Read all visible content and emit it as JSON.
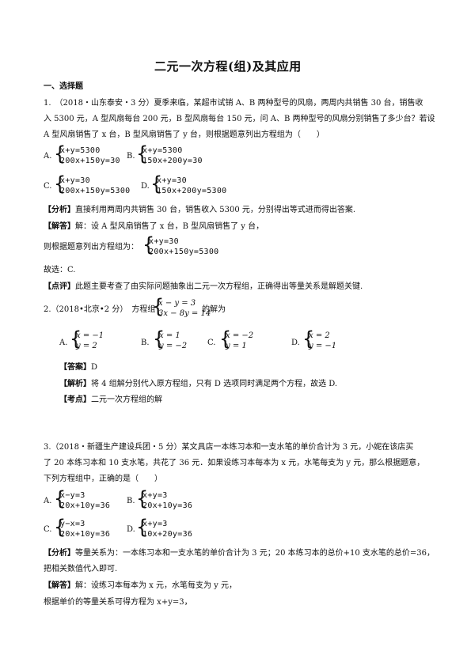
{
  "title": "二元一次方程(组)及其应用",
  "section": "一、选择题",
  "q1": {
    "line1": "1.　（2018・山东泰安・3 分）夏季来临，某超市试销 A、B 两种型号的风扇，两周内共销售 30 台，销售收",
    "line2": "入 5300 元，A 型风扇每台 200 元，B 型风扇每台 150 元，问 A、B 两种型号的风扇分别销售了多少台？若设",
    "line3": "A 型风扇销售了 x 台，B 型风扇销售了 y 台，则根据题意列出方程组为（　　）",
    "A": {
      "label": "A.",
      "eq1": "x+y=5300",
      "eq2": "200x+150y=30"
    },
    "B": {
      "label": "B.",
      "eq1": "x+y=5300",
      "eq2": "150x+200y=30"
    },
    "C": {
      "label": "C.",
      "eq1": "x+y=30",
      "eq2": "200x+150y=5300"
    },
    "D": {
      "label": "D.",
      "eq1": "x+y=30",
      "eq2": "150x+200y=5300"
    },
    "analysis_tag": "【分析】",
    "analysis": "直接利用两周内共销售 30 台，销售收入 5300 元，分别得出等式进而得出答案.",
    "answer_tag": "【解答】",
    "answer": "解：设 A 型风扇销售了 x 台，B 型风扇销售了 y 台，",
    "then": "则根据题意列出方程组为：",
    "sol_eq1": "x+y=30",
    "sol_eq2": "200x+150y=5300",
    "sol_dot": ".",
    "choose": "故选：C.",
    "comment_tag": "【点评】",
    "comment": "此题主要考查了由实际问题抽象出二元一次方程组，正确得出等量关系是解题关键."
  },
  "q2": {
    "prefix": "2.（2018•北京•2 分）　方程组",
    "eq1": "x − y = 3",
    "eq2": "3x − 8y = 14",
    "suffix": "的解为",
    "A": {
      "label": "A.",
      "eq1": "x = −1",
      "eq2": "y = 2"
    },
    "B": {
      "label": "B.",
      "eq1": "x = 1",
      "eq2": "y = −2"
    },
    "C": {
      "label": "C.",
      "eq1": "x = −2",
      "eq2": "y = 1"
    },
    "D": {
      "label": "D.",
      "eq1": "x = 2",
      "eq2": "y = −1"
    },
    "answer_tag": "【答案】",
    "answer": "D",
    "explain_tag": "【解析】",
    "explain": "将 4 组解分别代入原方程组，只有 D 选项同时满足两个方程，故选 D.",
    "point_tag": "【考点】",
    "point": "二元一次方程组的解"
  },
  "q3": {
    "line1": "3.（2018・新疆生产建设兵团・5 分）某文具店一本练习本和一支水笔的单价合计为 3 元，小妮在该店买",
    "line2": "了 20 本练习本和 10 支水笔，共花了 36 元．如果设练习本每本为 x 元，水笔每支为 y 元，那么根据题意，",
    "line3": "下列方程组中，正确的是（　　）",
    "A": {
      "label": "A.",
      "eq1": "x−y=3",
      "eq2": "20x+10y=36"
    },
    "B": {
      "label": "B.",
      "eq1": "x+y=3",
      "eq2": "20x+10y=36"
    },
    "C": {
      "label": "C.",
      "eq1": "y−x=3",
      "eq2": "20x+10y=36"
    },
    "D": {
      "label": "D.",
      "eq1": "x+y=3",
      "eq2": "10x+20y=36"
    },
    "analysis_tag": "【分析】",
    "analysis1": "等量关系为：一本练习本和一支水笔的单价合计为 3 元；20 本练习本的总价+10 支水笔的总价=36，",
    "analysis2": "把相关数值代入即可.",
    "answer_tag": "【解答】",
    "answer": "解：设练习本每本为 x 元，水笔每支为 y 元，",
    "last": "根据单价的等量关系可得方程为 x+y=3，"
  }
}
